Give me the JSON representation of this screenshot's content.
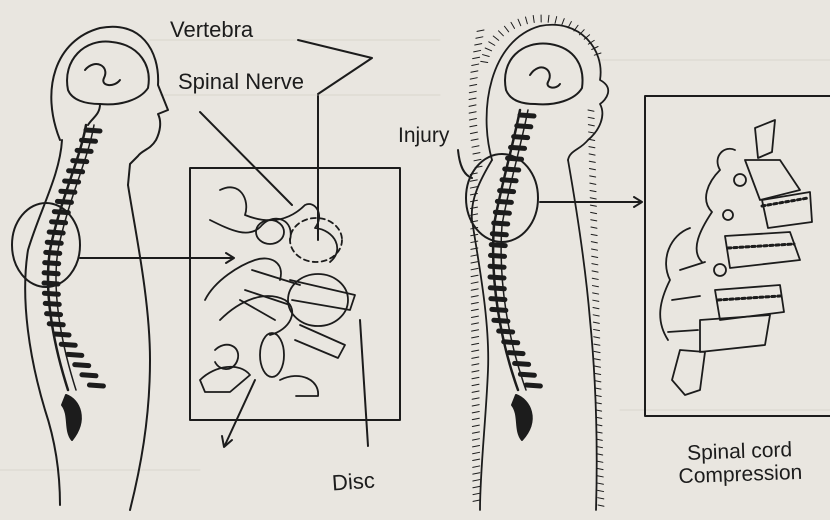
{
  "labels": {
    "vertebra": "Vertebra",
    "spinal_nerve": "Spinal Nerve",
    "injury": "Injury",
    "disc": "Disc",
    "compression_line1": "Spinal cord",
    "compression_line2": "Compression"
  },
  "colors": {
    "background": "#e9e6e0",
    "ink": "#1c1c1c"
  }
}
